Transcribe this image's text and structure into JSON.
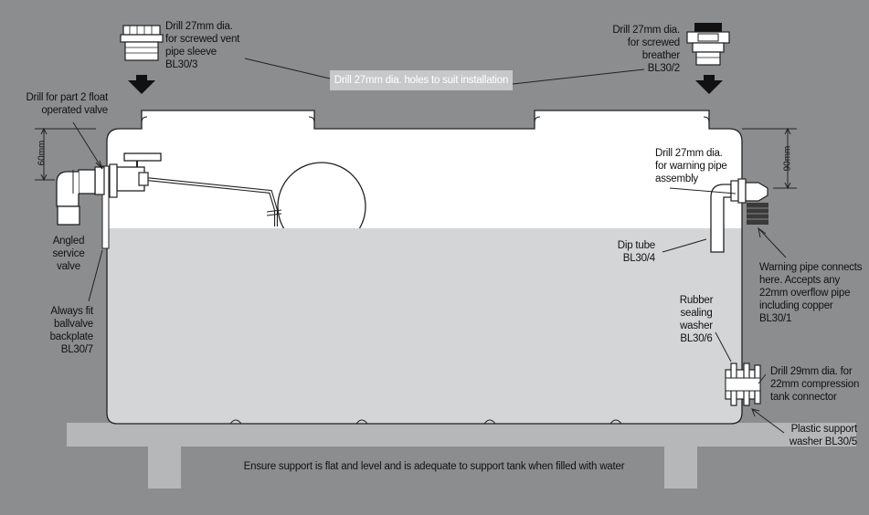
{
  "labels": {
    "vent_sleeve": "Drill 27mm dia.\nfor screwed vent\npipe sleeve\nBL30/3",
    "breather": "Drill 27mm dia.\nfor screwed\nbreather\nBL30/2",
    "banner": "Drill 27mm dia. holes to suit installation",
    "float_valve": "Drill for part 2 float\noperated valve",
    "warning_pipe": "Drill 27mm dia.\nfor warning pipe\nassembly",
    "angled_valve": "Angled\nservice\nvalve",
    "backplate": "Always fit\nballvalve\nbackplate\nBL30/7",
    "dip_tube": "Dip tube\nBL30/4",
    "warning_connects": "Warning pipe connects\nhere. Accepts any\n22mm overflow pipe\nincluding copper\nBL30/1",
    "rubber_washer": "Rubber\nsealing\nwasher\nBL30/6",
    "compression": "Drill 29mm dia. for\n22mm compression\ntank connector",
    "plastic_washer": "Plastic support\nwasher BL30/5",
    "support": "Ensure support is flat and level and is adequate to support tank when filled with water"
  },
  "dimensions": {
    "left": "60mm",
    "right": "90mm"
  },
  "colors": {
    "background": "#8c8d8f",
    "tank": "#ffffff",
    "water": "#d4d5d6",
    "support": "#b6b7b8"
  }
}
